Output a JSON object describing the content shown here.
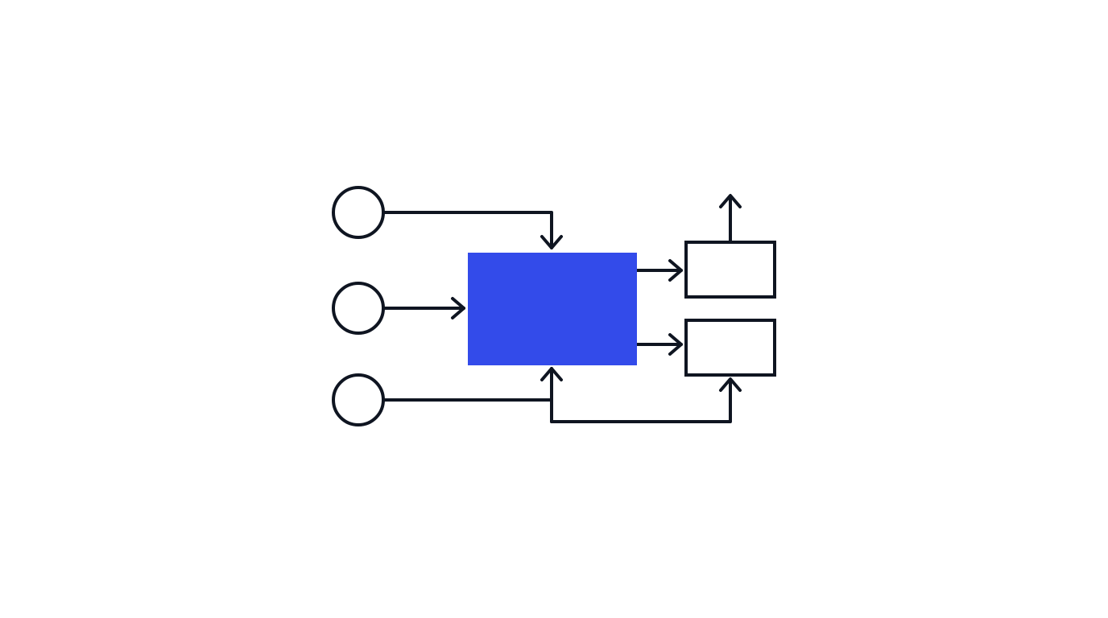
{
  "diagram": {
    "colors": {
      "stroke": "#0f1521",
      "accent": "#334bea",
      "background": "#ffffff"
    },
    "nodes": [
      {
        "id": "input-1",
        "shape": "circle",
        "filled": false
      },
      {
        "id": "input-2",
        "shape": "circle",
        "filled": false
      },
      {
        "id": "input-3",
        "shape": "circle",
        "filled": false
      },
      {
        "id": "process",
        "shape": "rect",
        "filled": true
      },
      {
        "id": "output-1",
        "shape": "rect",
        "filled": false
      },
      {
        "id": "output-2",
        "shape": "rect",
        "filled": false
      }
    ],
    "edges": [
      {
        "from": "input-1",
        "to": "process"
      },
      {
        "from": "input-2",
        "to": "process"
      },
      {
        "from": "input-3",
        "to": "process"
      },
      {
        "from": "input-3",
        "to": "output-2"
      },
      {
        "from": "process",
        "to": "output-1"
      },
      {
        "from": "process",
        "to": "output-2"
      },
      {
        "from": "output-1",
        "to": "external"
      }
    ]
  }
}
